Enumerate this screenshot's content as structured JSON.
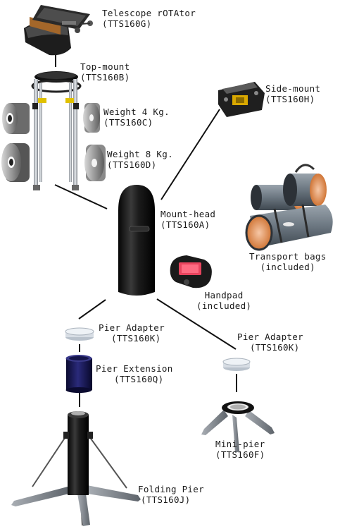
{
  "labels": {
    "telescope_rotator": {
      "name": "Telescope rOTAtor",
      "code": "(TTS160G)"
    },
    "top_mount": {
      "name": "Top-mount",
      "code": "(TTS160B)"
    },
    "weight_4kg": {
      "name": "Weight 4 Kg.",
      "code": "(TTS160C)"
    },
    "weight_8kg": {
      "name": "Weight 8 Kg.",
      "code": "(TTS160D)"
    },
    "side_mount": {
      "name": "Side-mount",
      "code": "(TTS160H)"
    },
    "mount_head": {
      "name": "Mount-head",
      "code": "(TTS160A)"
    },
    "transport_bags": {
      "name": "Transport bags",
      "code": "(included)"
    },
    "handpad": {
      "name": "Handpad",
      "code": "(included)"
    },
    "pier_adapter_left": {
      "name": "Pier Adapter",
      "code": "(TTS160K)"
    },
    "pier_adapter_right": {
      "name": "Pier Adapter",
      "code": "(TTS160K)"
    },
    "pier_extension": {
      "name": "Pier Extension",
      "code": "(TTS160Q)"
    },
    "mini_pier": {
      "name": "Mini-pier",
      "code": "(TTS160F)"
    },
    "folding_pier": {
      "name": "Folding Pier",
      "code": "(TTS160J)"
    }
  }
}
